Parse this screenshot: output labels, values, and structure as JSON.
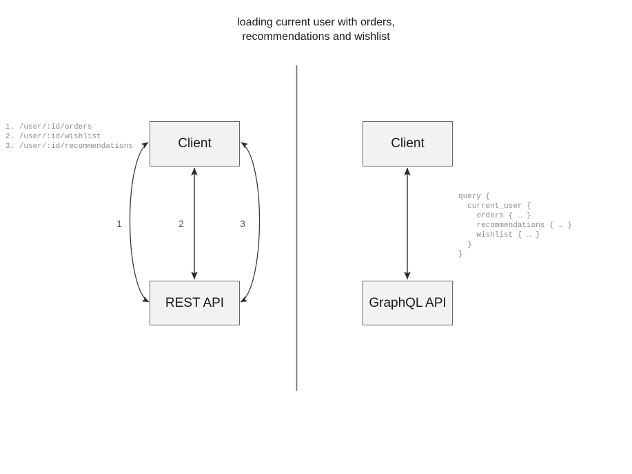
{
  "diagram": {
    "title": "loading current user with orders,\nrecommendations and wishlist",
    "divider_name": "vertical-divider",
    "colors": {
      "box_fill": "#f2f2f2",
      "box_border": "#666666",
      "stroke": "#404040",
      "title_text": "#1a1a1a",
      "code_text": "#8c8c8c",
      "label_text": "#555555"
    },
    "left_panel": {
      "name": "rest-panel",
      "client_label": "Client",
      "api_label": "REST API",
      "endpoints": "1. /user/:id/orders\n2. /user/:id/wishlist\n3. /user/:id/recommendations",
      "edge_labels": [
        "1",
        "2",
        "3"
      ]
    },
    "right_panel": {
      "name": "graphql-panel",
      "client_label": "Client",
      "api_label": "GraphQL API",
      "query": "query {\n  current_user {\n    orders { … }\n    recommendations { … }\n    wishlist { … }\n  }\n}"
    }
  }
}
